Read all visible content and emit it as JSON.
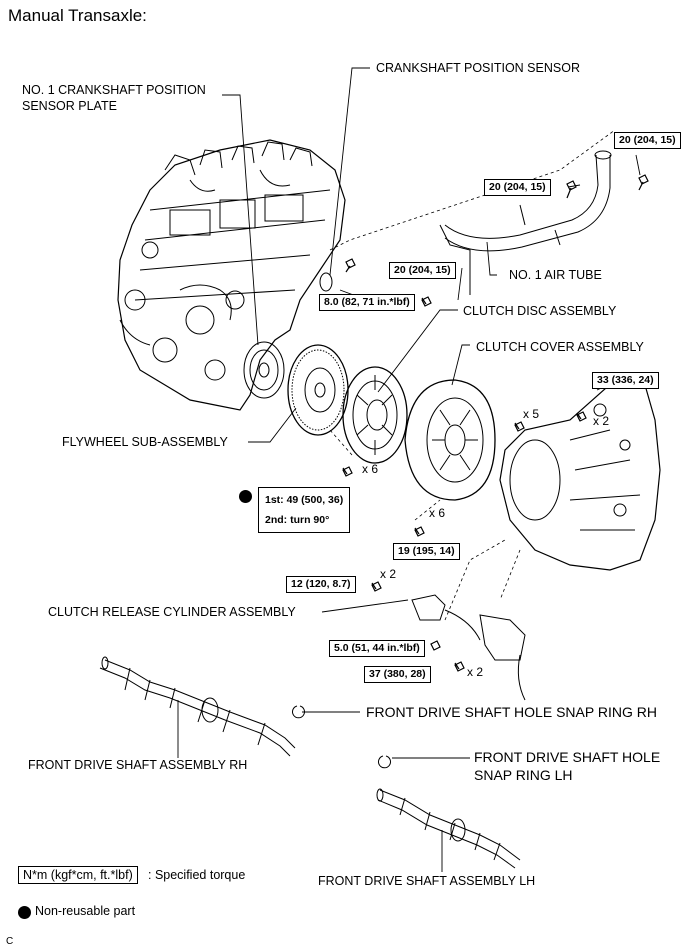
{
  "title": "Manual Transaxle:",
  "labels": {
    "crank_plate_1": "NO. 1 CRANKSHAFT POSITION",
    "crank_plate_2": "SENSOR PLATE",
    "crank_sensor": "CRANKSHAFT POSITION SENSOR",
    "air_tube": "NO. 1 AIR TUBE",
    "clutch_disc": "CLUTCH DISC ASSEMBLY",
    "clutch_cover": "CLUTCH COVER ASSEMBLY",
    "flywheel": "FLYWHEEL SUB-ASSEMBLY",
    "release_cyl": "CLUTCH RELEASE CYLINDER ASSEMBLY",
    "snap_rh": "FRONT DRIVE SHAFT HOLE SNAP RING RH",
    "snap_lh_1": "FRONT DRIVE SHAFT HOLE",
    "snap_lh_2": "SNAP RING LH",
    "shaft_rh": "FRONT DRIVE SHAFT ASSEMBLY RH",
    "shaft_lh": "FRONT DRIVE SHAFT ASSEMBLY LH"
  },
  "torques": {
    "t_tube_top": "20 (204, 15)",
    "t_tube_mid": "20 (204, 15)",
    "t_tube_low": "20 (204, 15)",
    "t_sensor": "8.0 (82, 71 in.*lbf)",
    "t_trans": "33 (336, 24)",
    "t_fly_1": "1st: 49 (500, 36)",
    "t_fly_2": "2nd: turn 90°",
    "t_cover": "19 (195, 14)",
    "t_cyl": "12 (120, 8.7)",
    "t_line": "5.0 (51, 44 in.*lbf)",
    "t_bracket": "37 (380, 28)"
  },
  "multipliers": {
    "m_trans_a": "x 5",
    "m_trans_b": "x 2",
    "m_fly": "x 6",
    "m_cover": "x 6",
    "m_cyl": "x 2",
    "m_bracket": "x 2"
  },
  "legend": {
    "torque_unit": "N*m (kgf*cm, ft.*lbf)",
    "torque_desc": ": Specified torque",
    "nonreusable": "Non-reusable part"
  },
  "figure_code": "C"
}
